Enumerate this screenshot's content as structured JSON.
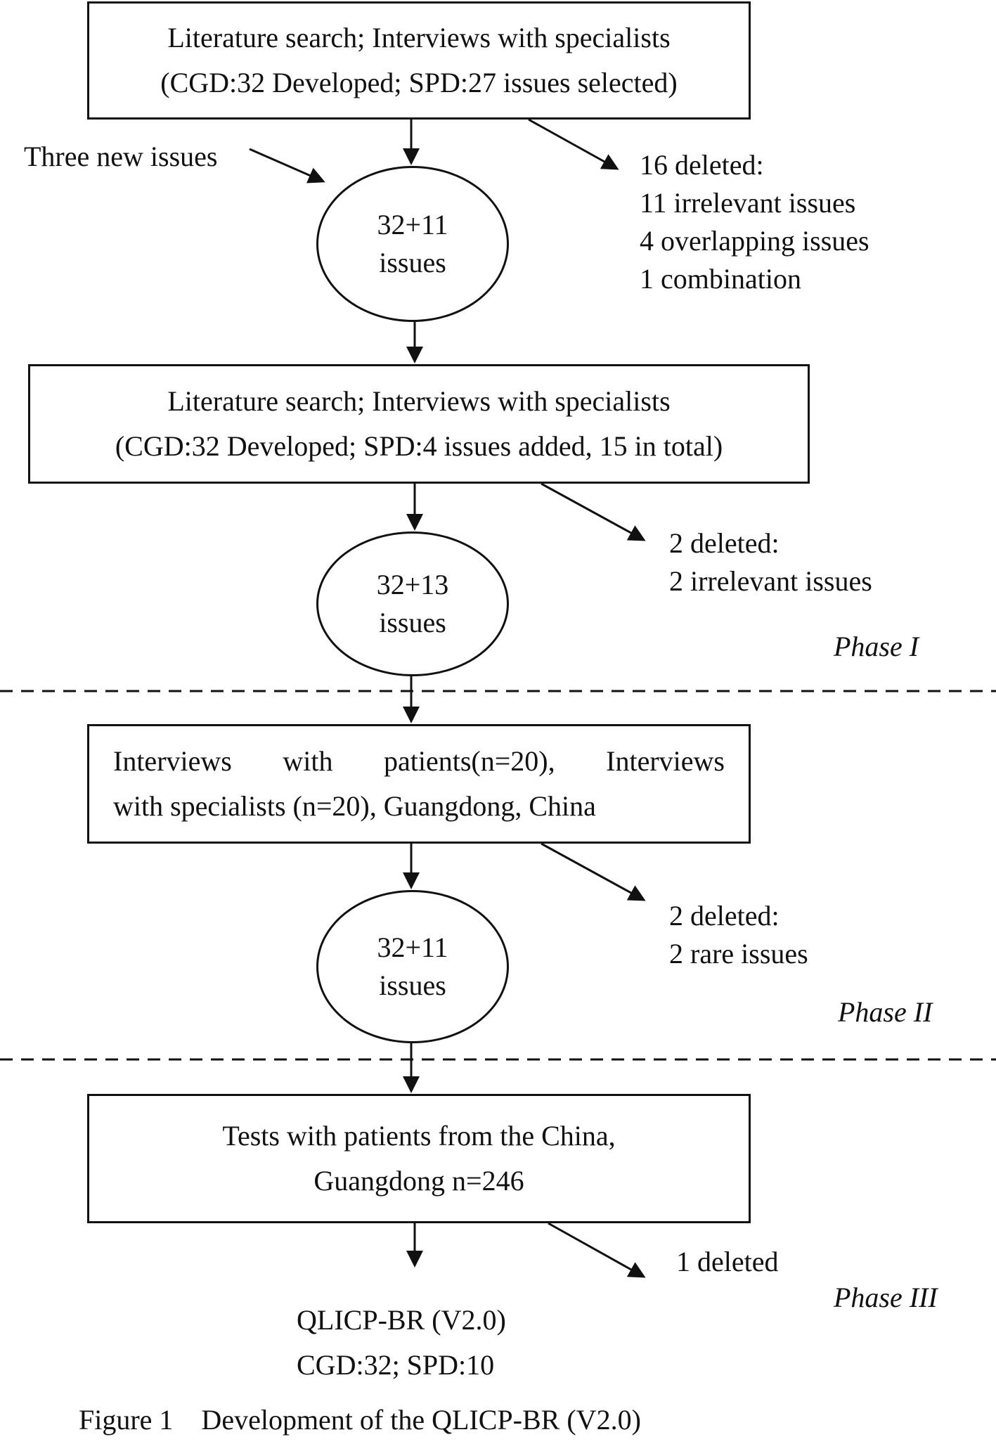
{
  "step1": {
    "box_lines": [
      "Literature search; Interviews with specialists",
      "(CGD:32 Developed; SPD:27 issues selected)"
    ],
    "added_note": "Three new issues",
    "deleted_lines": [
      "16 deleted:",
      "11 irrelevant issues",
      "4 overlapping issues",
      "1 combination"
    ],
    "result_lines": [
      "32+11",
      "issues"
    ]
  },
  "step2": {
    "box_lines": [
      "Literature search; Interviews with specialists",
      "(CGD:32 Developed; SPD:4 issues added, 15 in total)"
    ],
    "deleted_lines": [
      "2 deleted:",
      "2 irrelevant issues"
    ],
    "result_lines": [
      "32+13",
      "issues"
    ],
    "phase": "Phase I"
  },
  "step3": {
    "box_lines": [
      "Interviews with patients(n=20), Interviews",
      "with specialists (n=20), Guangdong, China"
    ],
    "deleted_lines": [
      "2 deleted:",
      "2 rare issues"
    ],
    "result_lines": [
      "32+11",
      "issues"
    ],
    "phase": "Phase II"
  },
  "step4": {
    "box_lines": [
      "Tests with patients from the China,",
      "Guangdong n=246"
    ],
    "deleted_lines": [
      "1 deleted"
    ],
    "result_lines": [
      "QLICP-BR (V2.0)",
      "CGD:32; SPD:10"
    ],
    "phase": "Phase III"
  },
  "caption": "Figure 1    Development of the QLICP-BR (V2.0)"
}
